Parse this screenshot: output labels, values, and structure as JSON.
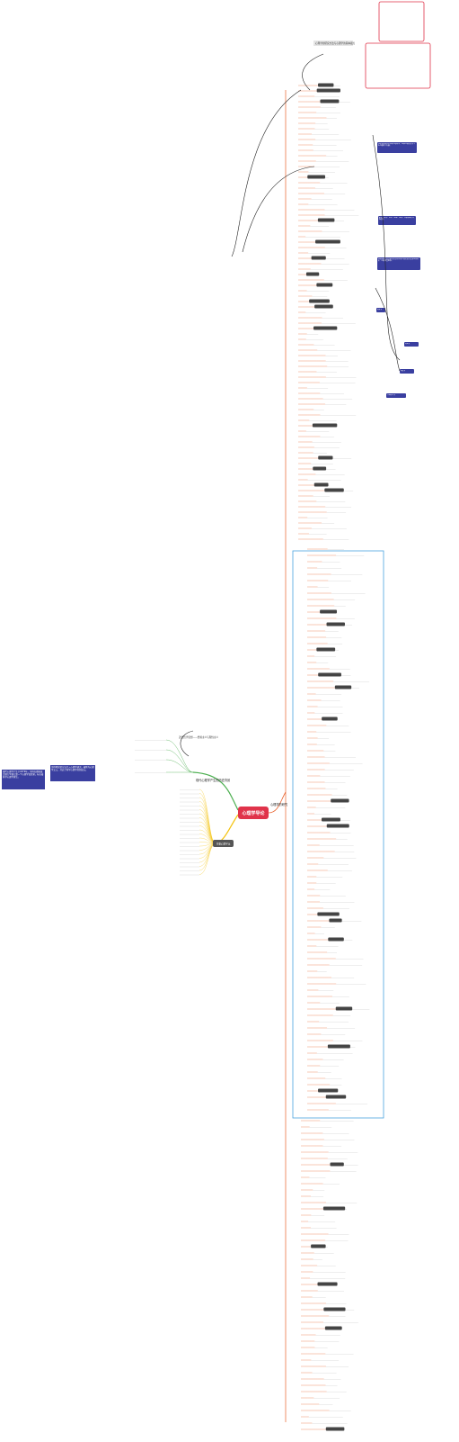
{
  "root": {
    "label": "心理学导论"
  },
  "branches": {
    "right": {
      "label": "心理学的研究"
    },
    "left_green": {
      "label": "现代心理学产生的历史背景"
    },
    "left_yellow": {
      "label": "主要心理学派"
    }
  },
  "left_notes": {
    "outer": "现代心理学产生于1879年，冯特在德国莱比锡大学建立第一个心理学实验室，标志着科学心理学诞生。",
    "inner": "冯特将实验方法引入心理学研究，被称为心理学之父，开启了科学心理学的新纪元。",
    "top": "近代哲学思想——经验主义与理性主义"
  },
  "callouts": [
    {
      "text": "心理学的研究对象是心理现象，包括心理过程与个性心理两个方面。",
      "color": "#3a3fa0"
    },
    {
      "text": "感觉、知觉、记忆、思维、想象、注意等属于认知过程。",
      "color": "#3a3fa0"
    },
    {
      "text": "情绪情感过程与意志过程同样是心理过程的重要组成部分，三者相互联系。",
      "color": "#3a3fa0"
    },
    {
      "text": "观察法",
      "color": "#3a3fa0"
    },
    {
      "text": "实验法",
      "color": "#3a3fa0"
    },
    {
      "text": "调查法",
      "color": "#3a3fa0"
    },
    {
      "text": "个案研究法",
      "color": "#3a3fa0"
    }
  ],
  "top_label": "心理学的研究方法与心理学的基本观点"
}
